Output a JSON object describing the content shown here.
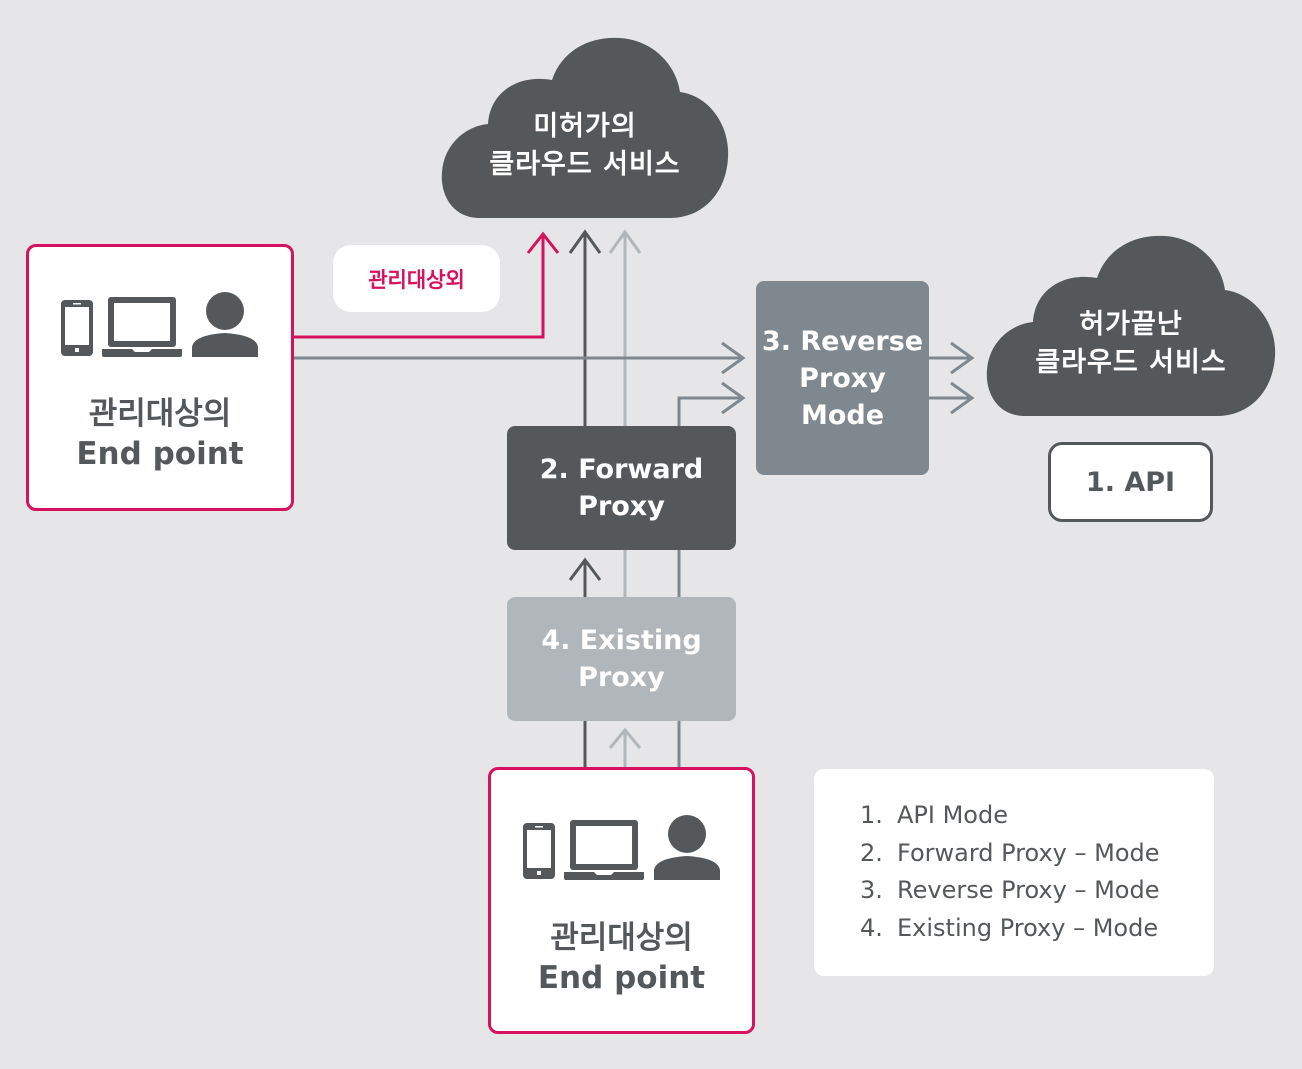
{
  "colors": {
    "background": "#e6e6e8",
    "dark": "#55585b",
    "reverse_proxy": "#7f888e",
    "existing_proxy": "#b0b6b9",
    "accent": "#d6115e",
    "white": "#ffffff"
  },
  "clouds": {
    "unauthorized": {
      "line1": "미허가의",
      "line2": "클라우드 서비스"
    },
    "authorized": {
      "line1": "허가끝난",
      "line2": "클라우드 서비스"
    }
  },
  "endpoint_left": {
    "icons": [
      "smartphone-icon",
      "laptop-icon",
      "user-icon"
    ],
    "line1": "관리대상의",
    "line2": "End point"
  },
  "endpoint_bottom": {
    "icons": [
      "smartphone-icon",
      "laptop-icon",
      "user-icon"
    ],
    "line1": "관리대상의",
    "line2": "End point"
  },
  "unmanaged_label": "관리대상외",
  "boxes": {
    "forward_proxy": {
      "line1": "2. Forward",
      "line2": "Proxy"
    },
    "reverse_proxy": {
      "line1": "3. Reverse",
      "line2": "Proxy",
      "line3": "Mode"
    },
    "existing_proxy": {
      "line1": "4. Existing",
      "line2": "Proxy"
    },
    "api": "1. API"
  },
  "legend": [
    {
      "num": "1.",
      "label": "API Mode"
    },
    {
      "num": "2.",
      "label": "Forward Proxy – Mode"
    },
    {
      "num": "3.",
      "label": "Reverse Proxy – Mode"
    },
    {
      "num": "4.",
      "label": "Existing Proxy – Mode"
    }
  ]
}
